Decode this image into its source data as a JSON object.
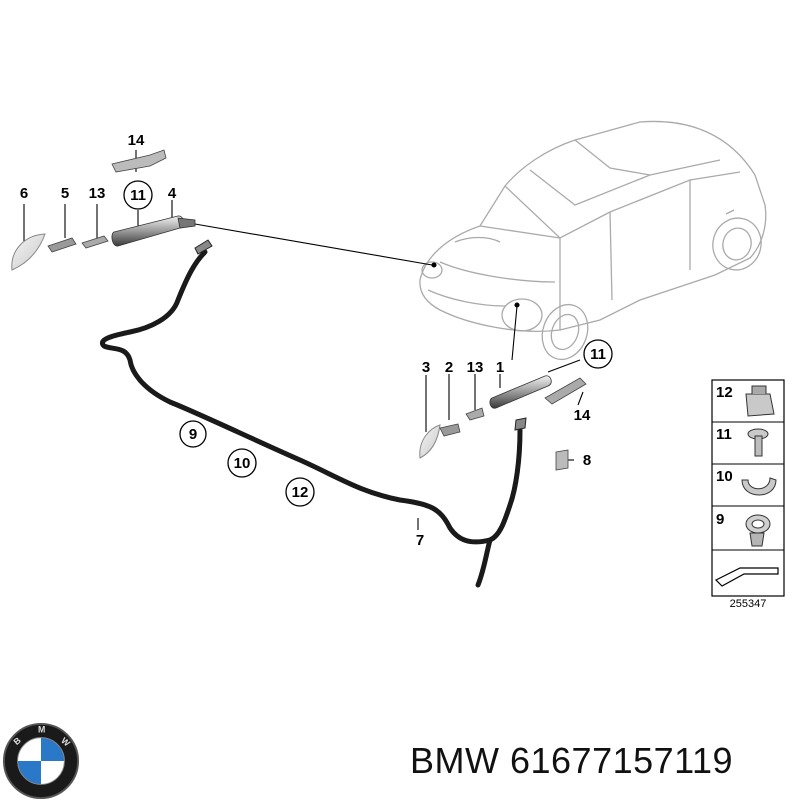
{
  "brand": {
    "logo_text": "BMW"
  },
  "title": "BMW 61677157119",
  "diagram_id": "255347",
  "callouts": {
    "c1": "1",
    "c2": "2",
    "c3": "3",
    "c4": "4",
    "c5": "5",
    "c6": "6",
    "c7": "7",
    "c8": "8",
    "c9": "9",
    "c10": "10",
    "c11_left": "11",
    "c11_right": "11",
    "c12": "12",
    "c13_left": "13",
    "c13_right": "13",
    "c14_left": "14",
    "c14_right": "14"
  },
  "legend": [
    {
      "number": "12",
      "part": "clip-icon"
    },
    {
      "number": "11",
      "part": "screw-icon"
    },
    {
      "number": "10",
      "part": "hose-clamp-icon"
    },
    {
      "number": "9",
      "part": "hose-clip-icon"
    }
  ],
  "colors": {
    "line": "#000000",
    "car_outline": "#aaaaaa",
    "part_fill": "#cfcfcf",
    "hose": "#1a1a1a"
  }
}
